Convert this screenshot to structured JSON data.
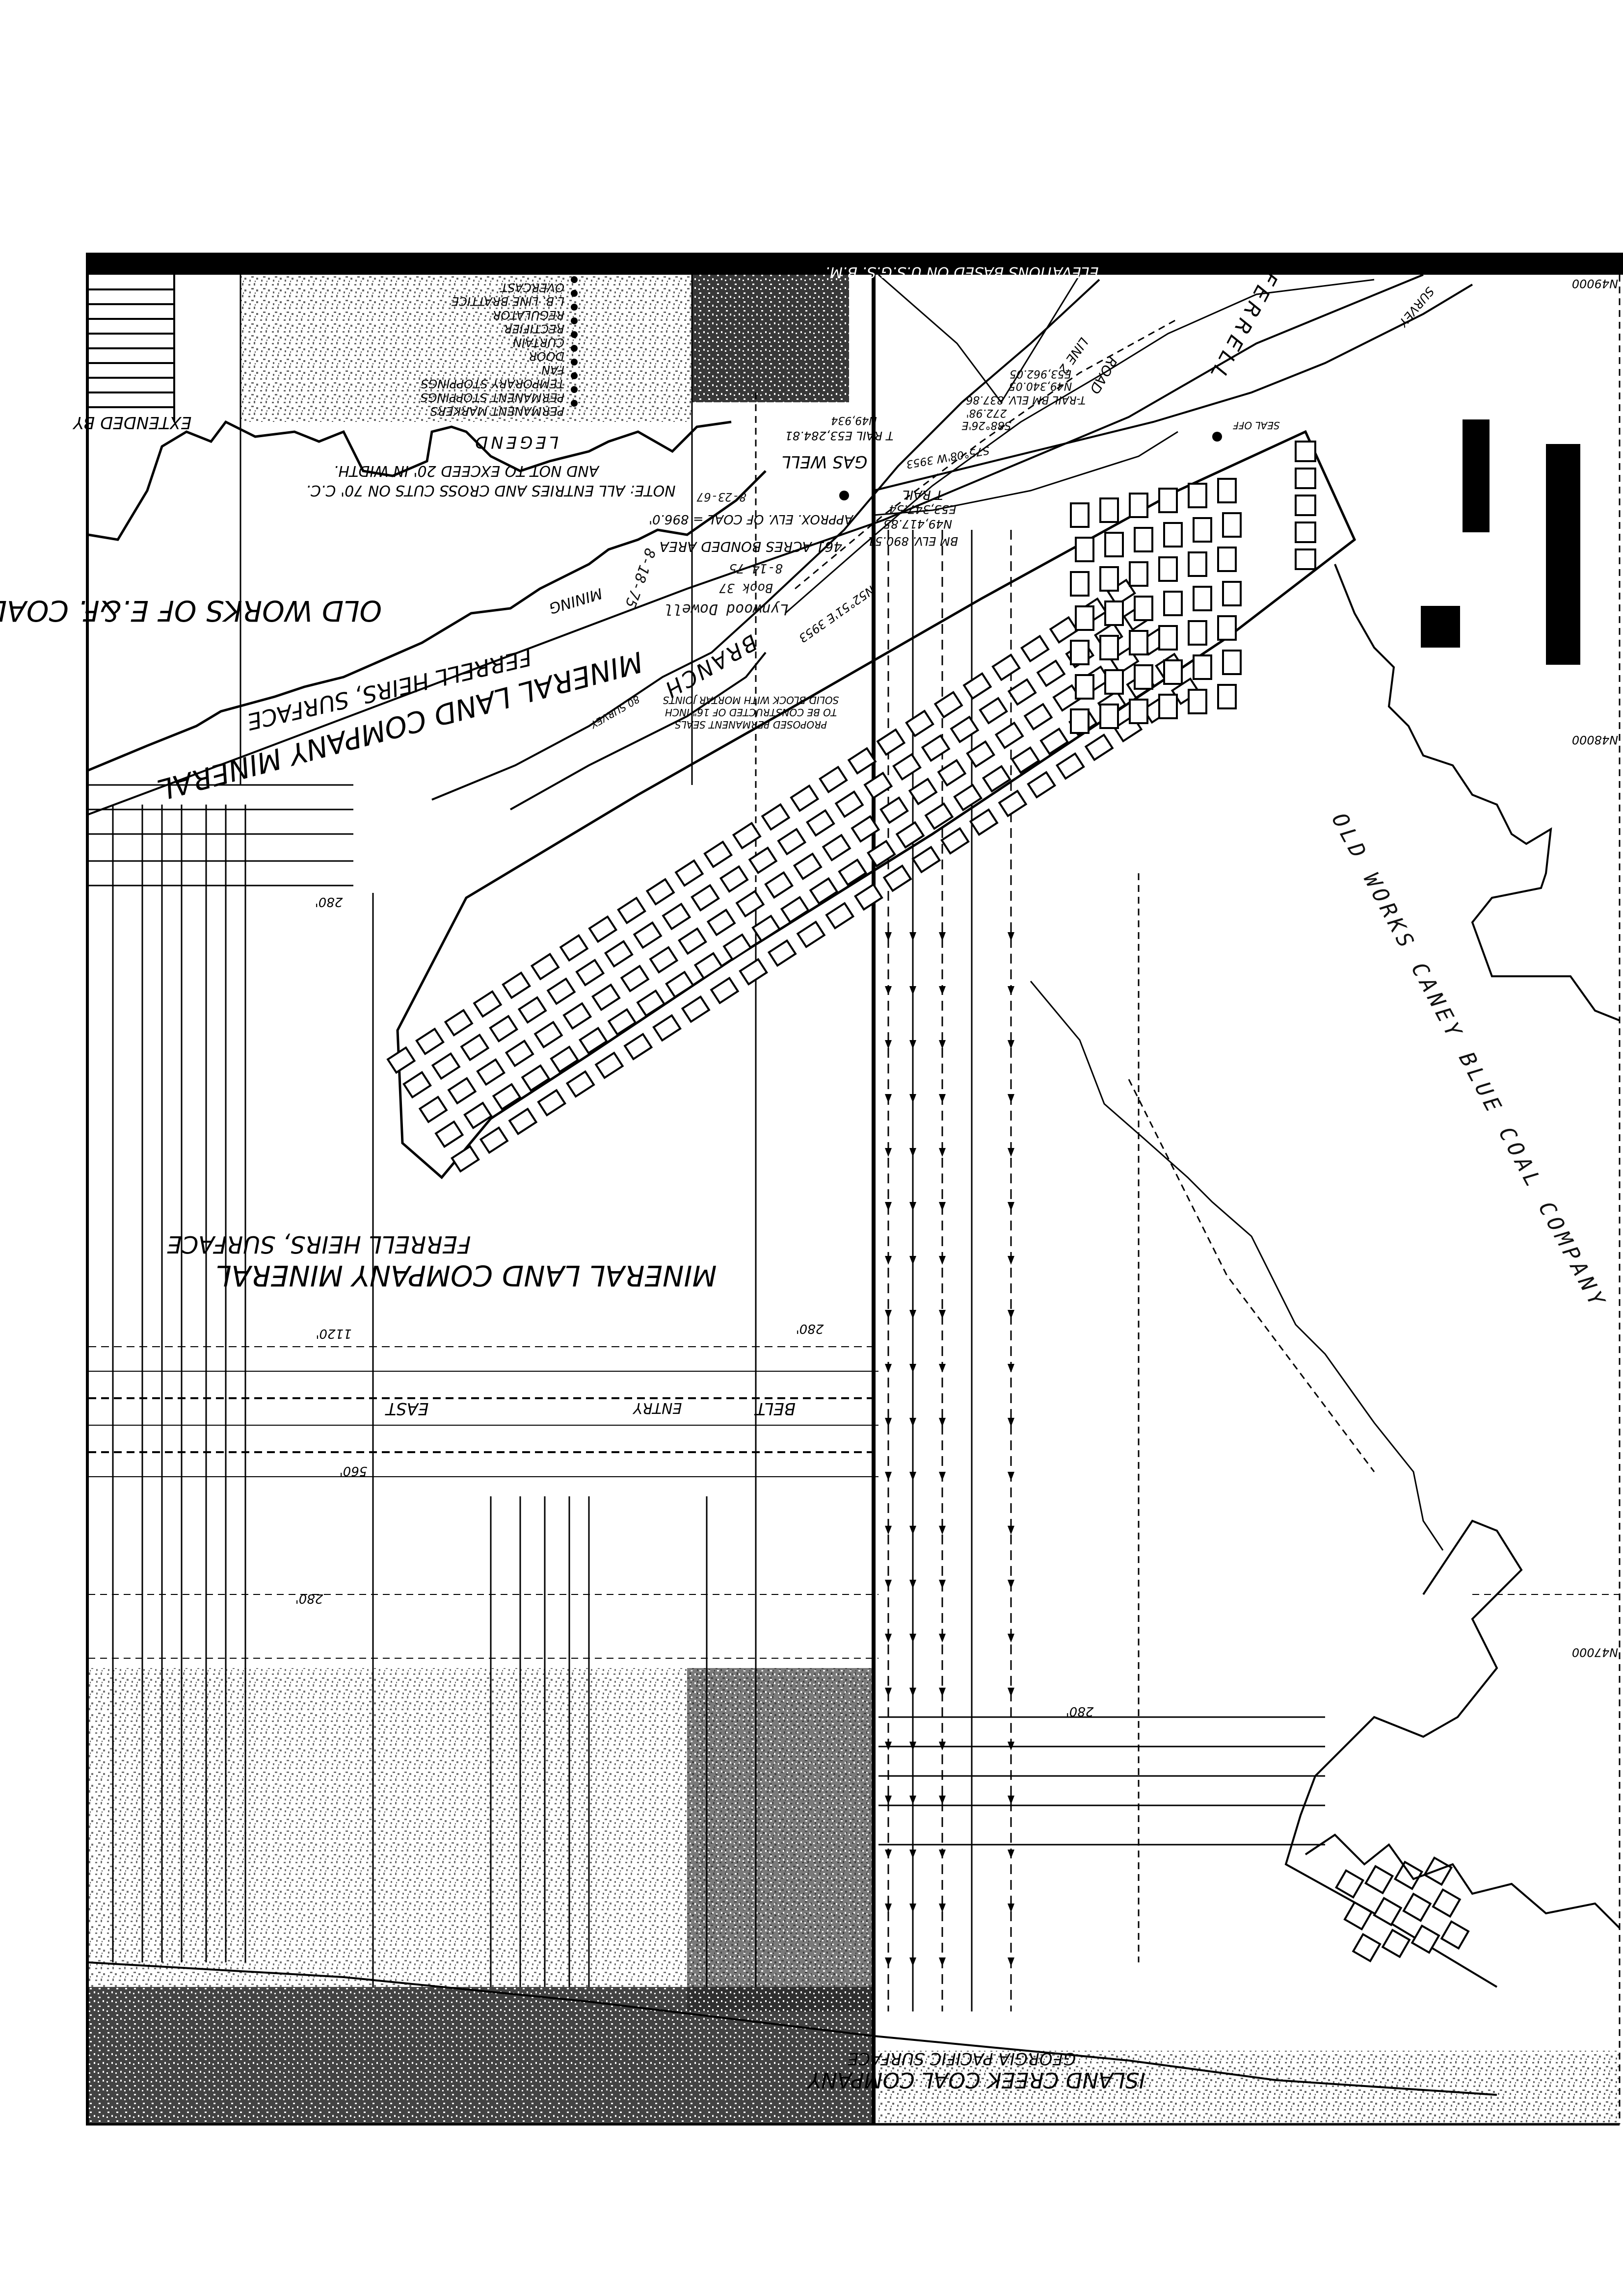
{
  "legend": {
    "title": "LEGEND",
    "extended_by": "EXTENDED BY",
    "items": [
      "PERMANENT MARKERS",
      "PERMANENT STOPPINGS",
      "TEMPORARY STOPPINGS",
      "FAN",
      "DOOR",
      "CURTAIN",
      "RECTIFIER",
      "REGULATOR",
      "L.B. LINE BRATTICE",
      "OVERCAST"
    ],
    "note_line1": "NOTE: ALL ENTRIES AND CROSS CUTS ON 70' C.C.",
    "note_line2": "AND NOT TO EXCEED 20' IN WIDTH."
  },
  "labels": {
    "old_works_ef": "OLD WORKS OF E.&F. COAL",
    "mineral_land_1": "MINERAL LAND COMPANY MINERAL",
    "ferrell_heirs_1": "FERRELL HEIRS, SURFACE",
    "mineral_land_2": "MINERAL LAND COMPANY MINERAL",
    "ferrell_heirs_2": "FERRELL HEIRS, SURFACE",
    "mining": "MINING",
    "elevations": "ELEVATIONS BASED ON U.S.G.S. B.M.",
    "gas_well": "GAS WELL",
    "approx_elev": "APPROX. ELV. OF COAL = 896.0'",
    "bonded_area": "461 ACRES BONDED AREA",
    "branch": "BRANCH",
    "ferrell": "FERRELL",
    "road": "ROAD",
    "survey": "SURVEY",
    "line_2": "LINE 2",
    "survey_80": "80 SURVEY",
    "proposed_seals_1": "PROPOSED PERMANENT SEALS",
    "proposed_seals_2": "TO BE CONSTRUCTED OF 16\" INCH",
    "proposed_seals_3": "SOLID BLOCK WITH MORTAR JOINTS",
    "bm_890": "BM ELV. 890.51",
    "n49417": "N49,417.85",
    "e53347": "E53,347.54",
    "t_rail_1": "T RAIL",
    "t_rail_e53284": "T RAIL E53,284.81",
    "n49934": "N49,934",
    "s88": "S88°26'E",
    "dist_272": "272.98'",
    "t_rail_bm837": "T-RAIL BM ELV. 837.86",
    "n49340": "N49,340.05",
    "e53962": "E53,962.05",
    "bearing_n52": "N52°51'E 3953",
    "s75": "S75°08'W 3953",
    "seal_off": "SEAL OFF",
    "date_1": "8-18-75",
    "date_2": "8-14-75",
    "date_3": "8-23-67",
    "sig_1": "Lynwood Dowell",
    "sig_2": "Book 37",
    "east": "EAST",
    "belt": "BELT",
    "entry": "ENTRY",
    "dim_1120": "1120'",
    "dim_280a": "280'",
    "dim_280b": "280'",
    "dim_280c": "280'",
    "dim_280d": "280'",
    "dim_560": "560'",
    "old_works_caney": "OLD WORKS CANEY BLUE COAL COMPANY",
    "island_creek": "ISLAND CREEK COAL COMPANY",
    "georgia_pacific": "GEORGIA PACIFIC SURFACE",
    "n49000": "N49000",
    "n48000": "N48000",
    "n47000": "N47000"
  },
  "colors": {
    "ink": "#000000",
    "paper": "#ffffff",
    "smudge": "#2a2a2a"
  }
}
